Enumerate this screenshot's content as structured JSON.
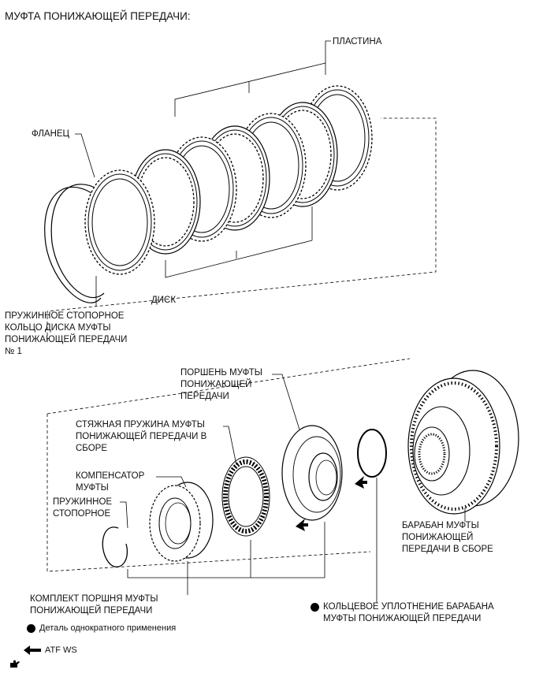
{
  "title": "МУФТА ПОНИЖАЮЩЕЙ ПЕРЕДАЧИ:",
  "labels": {
    "plate": "ПЛАСТИНА",
    "flange": "ФЛАНЕЦ",
    "disc": "ДИСК",
    "snap_ring_disc": "ПРУЖИННОЕ СТОПОРНОЕ\nКОЛЬЦО ДИСКА МУФТЫ\nПОНИЖАЮЩЕЙ ПЕРЕДАЧИ\n№ 1",
    "piston": "ПОРШЕНЬ МУФТЫ\nПОНИЖАЮЩЕЙ\nПЕРЕДАЧИ",
    "return_spring": "СТЯЖНАЯ ПРУЖИНА МУФТЫ\nПОНИЖАЮЩЕЙ ПЕРЕДАЧИ В\nСБОРЕ",
    "compensator": "КОМПЕНСАТОР\nМУФТЫ",
    "snap_ring": "ПРУЖИННОЕ\nСТОПОРНОЕ",
    "drum": "БАРАБАН МУФТЫ\nПОНИЖАЮЩЕЙ\nПЕРЕДАЧИ В СБОРЕ",
    "piston_kit": "КОМПЛЕКТ ПОРШНЯ МУФТЫ\nПОНИЖАЮЩЕЙ ПЕРЕДАЧИ",
    "o_ring": "КОЛЬЦЕВОЕ УПЛОТНЕНИЕ БАРАБАНА\nМУФТЫ ПОНИЖАЮЩЕЙ ПЕРЕДАЧИ"
  },
  "legend": {
    "non_reusable": "Деталь однократного применения",
    "atf": "ATF WS"
  }
}
